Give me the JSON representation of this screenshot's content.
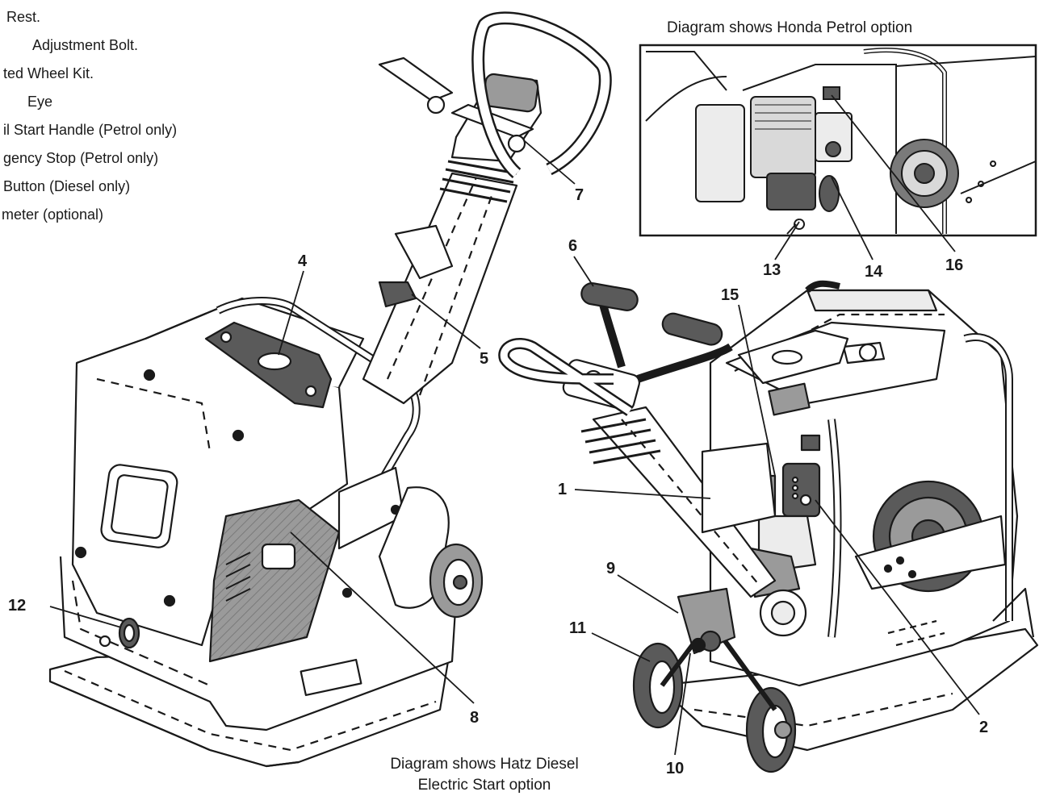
{
  "legend": [
    "Rest.",
    "Adjustment  Bolt.",
    "ted Wheel Kit.",
    "Eye",
    "il Start Handle (Petrol only)",
    "gency Stop (Petrol only)",
    "Button (Diesel only)",
    "meter (optional)"
  ],
  "inset_caption": "Diagram shows Honda Petrol option",
  "main_caption_line1": "Diagram shows Hatz Diesel",
  "main_caption_line2": "Electric Start option",
  "callouts": {
    "c1": "1",
    "c2": "2",
    "c4": "4",
    "c5": "5",
    "c6": "6",
    "c7": "7",
    "c8": "8",
    "c9": "9",
    "c10": "10",
    "c11": "11",
    "c12": "12",
    "c13": "13",
    "c14": "14",
    "c15": "15",
    "c16": "16"
  },
  "colors": {
    "line": "#1a1a1a",
    "steel_dark": "#5a5a5a",
    "steel_mid": "#9a9a9a",
    "steel_light": "#d9d9d9",
    "background": "#ffffff"
  }
}
